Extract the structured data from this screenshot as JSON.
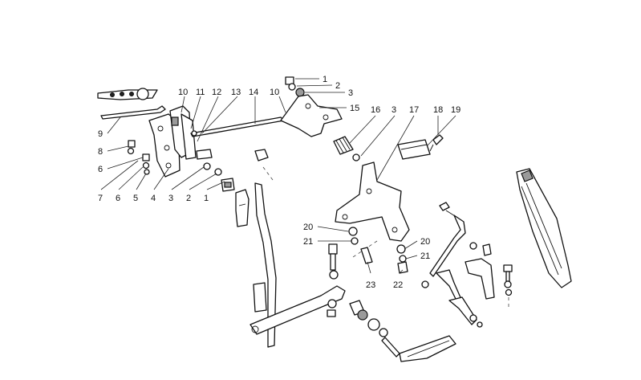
{
  "diagram": {
    "labels": [
      {
        "id": "c1",
        "text": "1"
      },
      {
        "id": "c2",
        "text": "2"
      },
      {
        "id": "c3",
        "text": "3"
      },
      {
        "id": "c15",
        "text": "15"
      },
      {
        "id": "c10b",
        "text": "10"
      },
      {
        "id": "c14",
        "text": "14"
      },
      {
        "id": "c13",
        "text": "13"
      },
      {
        "id": "c12",
        "text": "12"
      },
      {
        "id": "c11",
        "text": "11"
      },
      {
        "id": "c10a",
        "text": "10"
      },
      {
        "id": "c16",
        "text": "16"
      },
      {
        "id": "c3b",
        "text": "3"
      },
      {
        "id": "c17",
        "text": "17"
      },
      {
        "id": "c18",
        "text": "18"
      },
      {
        "id": "c19",
        "text": "19"
      },
      {
        "id": "c9",
        "text": "9"
      },
      {
        "id": "c8",
        "text": "8"
      },
      {
        "id": "c6a",
        "text": "6"
      },
      {
        "id": "c7",
        "text": "7"
      },
      {
        "id": "c6b",
        "text": "6"
      },
      {
        "id": "c5",
        "text": "5"
      },
      {
        "id": "c4",
        "text": "4"
      },
      {
        "id": "c3c",
        "text": "3"
      },
      {
        "id": "c2b",
        "text": "2"
      },
      {
        "id": "c1b",
        "text": "1"
      },
      {
        "id": "c20a",
        "text": "20"
      },
      {
        "id": "c21a",
        "text": "21"
      },
      {
        "id": "c20b",
        "text": "20"
      },
      {
        "id": "c21b",
        "text": "21"
      },
      {
        "id": "c23",
        "text": "23"
      },
      {
        "id": "c22",
        "text": "22"
      }
    ]
  }
}
